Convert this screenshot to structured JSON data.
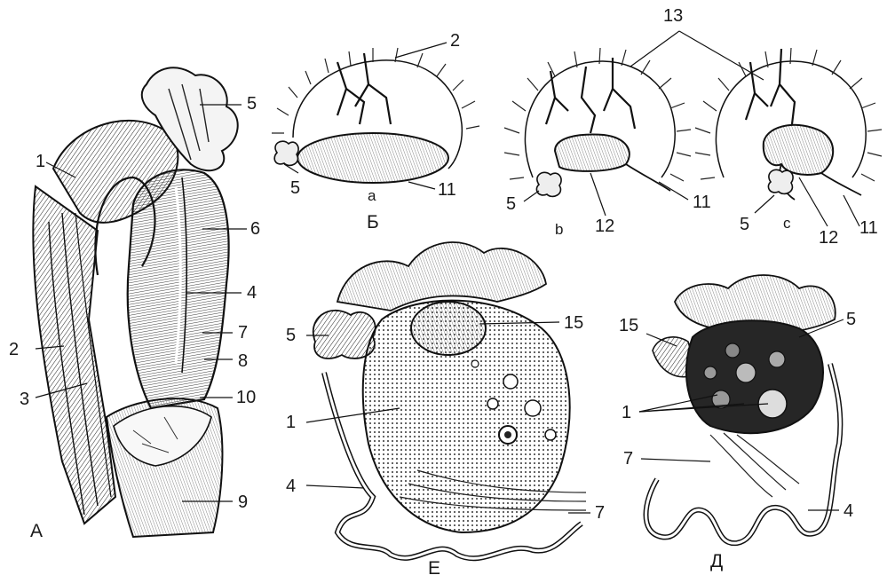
{
  "panels": {
    "A": {
      "label": "А",
      "callouts": [
        "1",
        "2",
        "3",
        "4",
        "5",
        "6",
        "7",
        "8",
        "9",
        "10"
      ]
    },
    "B": {
      "label": "Б",
      "sublabel": "a",
      "callouts": [
        "2",
        "5",
        "11"
      ]
    },
    "b": {
      "sublabel": "b",
      "callouts": [
        "5",
        "12",
        "11"
      ]
    },
    "c": {
      "sublabel": "c",
      "callouts": [
        "5",
        "12",
        "11"
      ]
    },
    "shared": {
      "callouts": [
        "13"
      ]
    },
    "E": {
      "label": "Е",
      "callouts": [
        "5",
        "15",
        "1",
        "4",
        "7"
      ]
    },
    "D": {
      "label": "Д",
      "callouts": [
        "15",
        "5",
        "1",
        "7",
        "4"
      ]
    }
  }
}
